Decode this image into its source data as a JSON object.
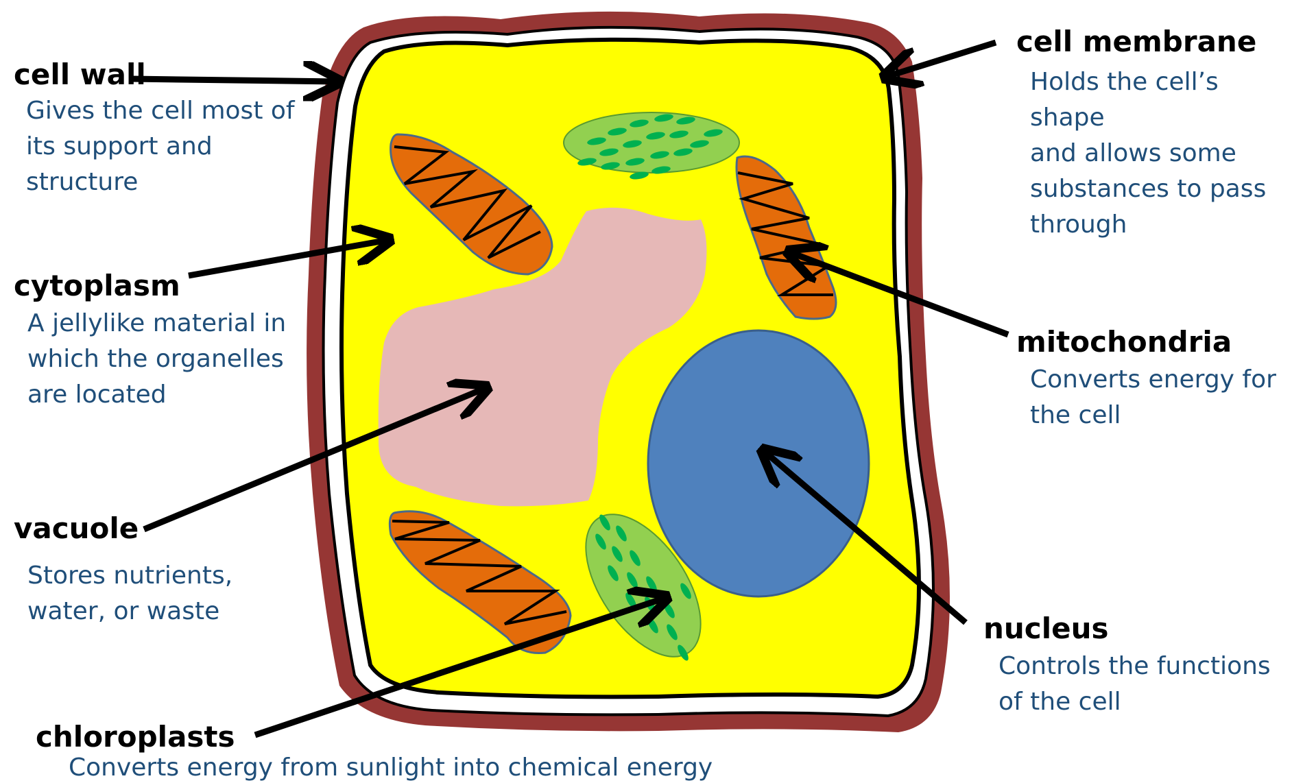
{
  "colors": {
    "cell_wall": "#963634",
    "cytoplasm": "#ffff00",
    "mitochondria": "#e46c0a",
    "mitochondria_outline": "#4a6a8a",
    "vacuole": "#e6b8b7",
    "nucleus": "#4f81bd",
    "chloroplast": "#92d050",
    "chloroplast_dots": "#00b050",
    "label_text": "#000000",
    "description_text": "#1f4e79"
  },
  "labels": {
    "cell_wall": {
      "title": "cell wall",
      "line1": "Gives the cell most of",
      "line2": "its support and",
      "line3": "structure"
    },
    "cell_membrane": {
      "title": "cell membrane",
      "line1": "Holds the cell’s shape",
      "line2": "and allows some",
      "line3": "substances to pass",
      "line4": "through"
    },
    "cytoplasm": {
      "title": "cytoplasm",
      "line1": "A jellylike material in",
      "line2": "which the organelles",
      "line3": "are located"
    },
    "mitochondria": {
      "title": "mitochondria",
      "line1": "Converts energy for",
      "line2": "the cell"
    },
    "vacuole": {
      "title": "vacuole",
      "line1": "Stores nutrients,",
      "line2": "water, or waste"
    },
    "nucleus": {
      "title": "nucleus",
      "line1": "Controls the functions",
      "line2": "of the cell"
    },
    "chloroplasts": {
      "title": "chloroplasts",
      "line1": "Converts energy from sunlight into chemical energy"
    }
  }
}
